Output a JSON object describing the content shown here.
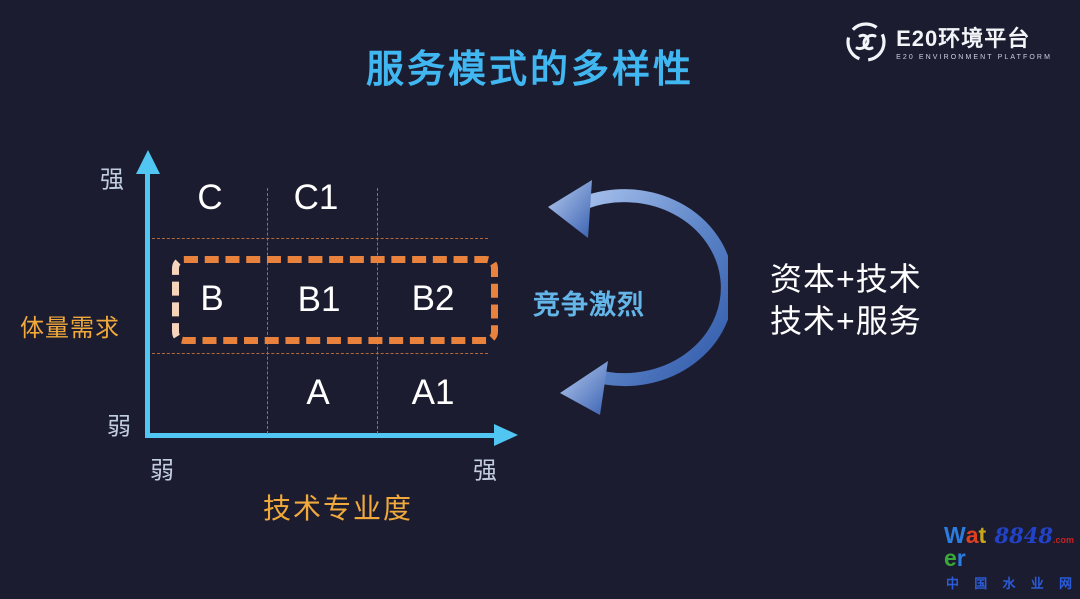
{
  "title": "服务模式的多样性",
  "logo": {
    "name": "E20环境平台",
    "subtitle": "E20 ENVIRONMENT PLATFORM"
  },
  "chart_data": {
    "type": "matrix-diagram",
    "title": "服务模式的多样性",
    "x_axis": {
      "label": "技术专业度",
      "min_label": "弱",
      "max_label": "强"
    },
    "y_axis": {
      "label": "体量需求",
      "min_label": "弱",
      "max_label": "强"
    },
    "cells": [
      {
        "label": "C",
        "row": "high-volume",
        "col": 1
      },
      {
        "label": "C1",
        "row": "high-volume",
        "col": 2
      },
      {
        "label": "B",
        "row": "medium-volume",
        "col": 1
      },
      {
        "label": "B1",
        "row": "medium-volume",
        "col": 2
      },
      {
        "label": "B2",
        "row": "medium-volume",
        "col": 3
      },
      {
        "label": "A",
        "row": "low-volume",
        "col": 2
      },
      {
        "label": "A1",
        "row": "low-volume",
        "col": 3
      }
    ],
    "highlight_box": {
      "cells": [
        "B",
        "B1",
        "B2"
      ],
      "annotation": "竞争激烈"
    }
  },
  "annotations": {
    "competition": "竞争激烈",
    "right_lines": [
      "资本+技术",
      "技术+服务"
    ]
  },
  "watermark": {
    "word_letters": [
      "W",
      "a",
      "t",
      "e",
      "r"
    ],
    "number": "8848",
    "tld": ".com",
    "cn": "中国水业网"
  },
  "colors": {
    "background": "#1c1c31",
    "title": "#41b7f1",
    "axis": "#52c6f2",
    "grid_dash": "#c4713d",
    "highlight_border": "#e8823c",
    "axis_title": "#f0a93a",
    "competition_text": "#64b5e8",
    "arrow_gradient": [
      "#9db9e8",
      "#2e57a8"
    ]
  }
}
